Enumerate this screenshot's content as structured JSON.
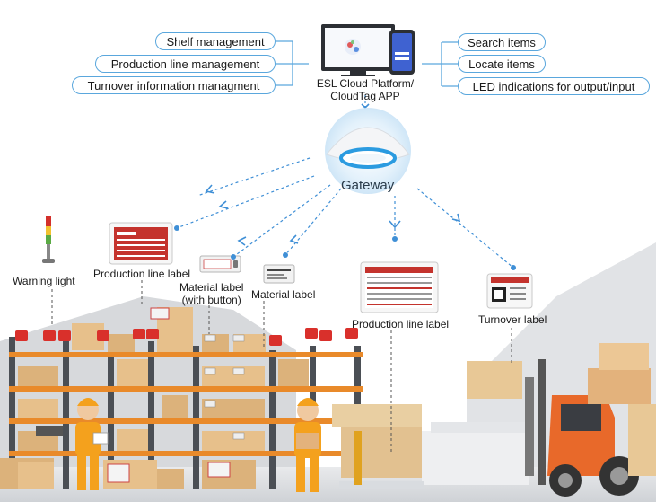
{
  "left_features": [
    "Shelf management",
    "Production line management",
    "Turnover information managment"
  ],
  "right_features": [
    "Search items",
    "Locate items",
    "LED indications for output/input"
  ],
  "platform": {
    "line1": "ESL Cloud Platform/",
    "line2": "CloudTag APP"
  },
  "gateway": "Gateway",
  "devices": {
    "warning_light": "Warning light",
    "production_label_1": "Production line label",
    "material_label_button_1": "Material label",
    "material_label_button_2": "(with button)",
    "material_label": "Material label",
    "production_label_2": "Production line label",
    "turnover_label": "Turnover label"
  },
  "colors": {
    "accent": "#5aa7dd",
    "arrow": "#3f8fd6",
    "shelf_orange": "#e98a2a",
    "shelf_post": "#4b4f55",
    "forklift": "#e8692a"
  }
}
